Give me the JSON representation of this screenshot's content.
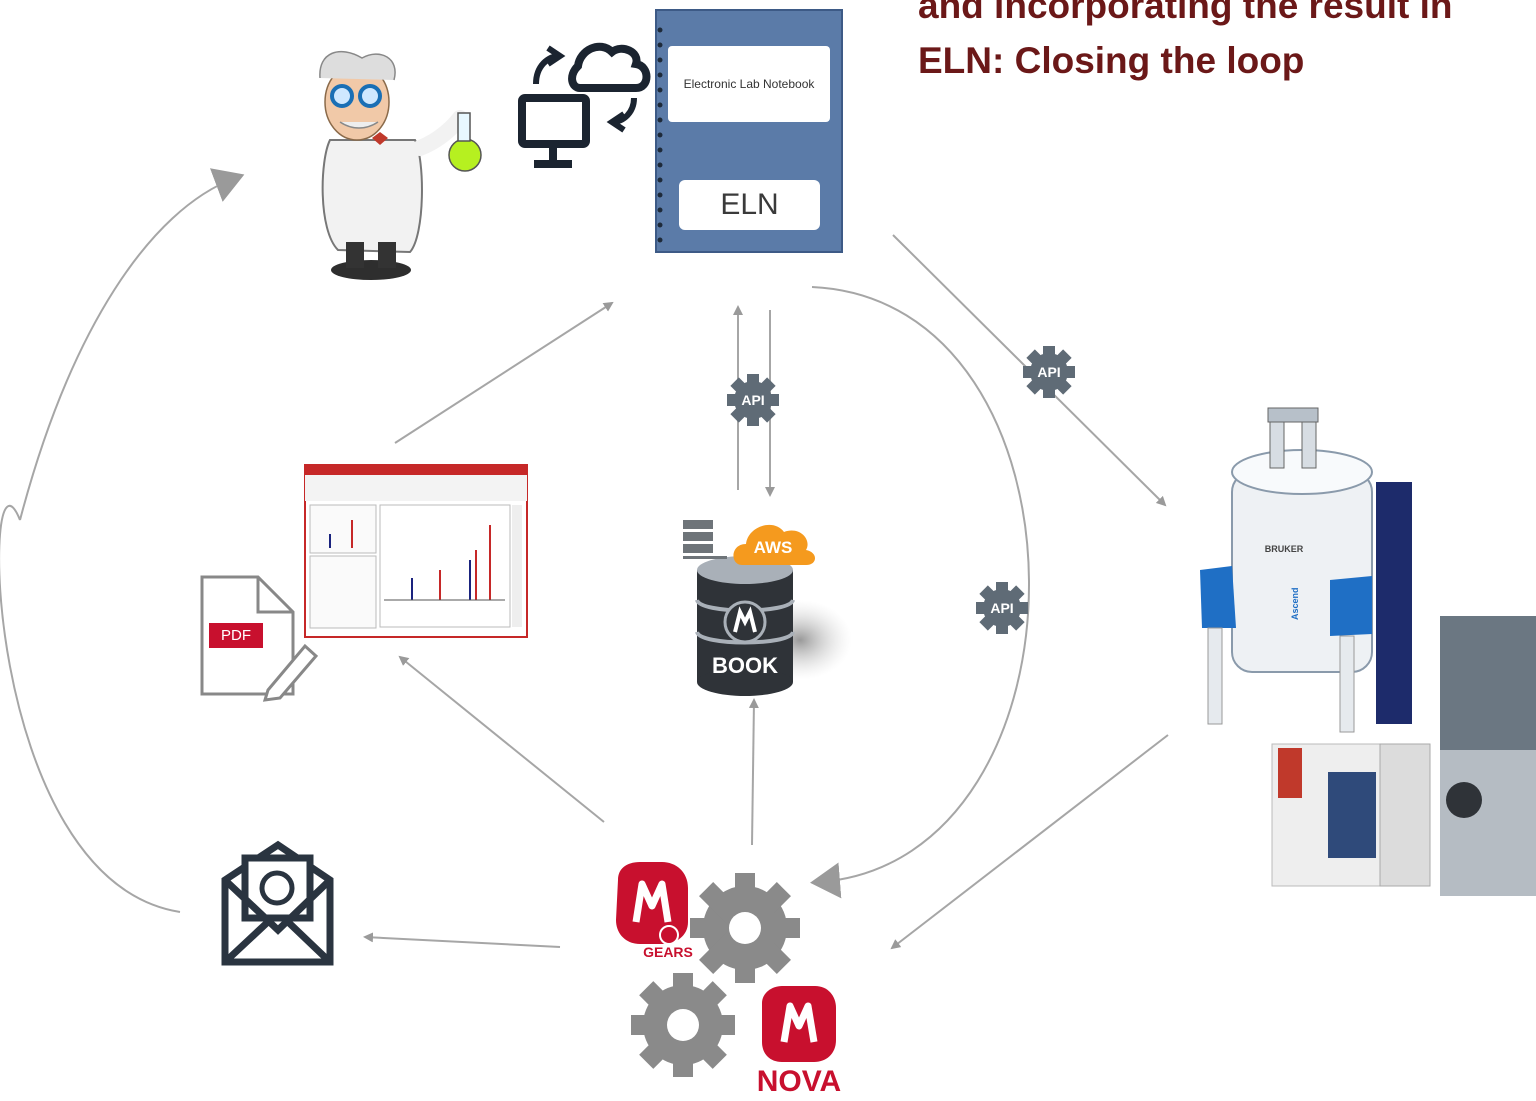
{
  "title": {
    "line1": "and incorporating the result in",
    "line2": "ELN: Closing the loop"
  },
  "eln": {
    "header": "Electronic Lab Notebook",
    "label": "ELN"
  },
  "api_label": "API",
  "pdf_label": "PDF",
  "aws_label": "AWS",
  "book_label": "BOOK",
  "gears_label": "GEARS",
  "nova_label": "NOVA",
  "bruker_label": "BRUKER",
  "colors": {
    "title": "#6b1818",
    "arrow": "#a6a6a6",
    "icon_dark": "#2a3440",
    "mestrelab_red": "#c8102e",
    "aws_orange": "#f59a1e",
    "gear_gray": "#8a8a8a",
    "api_badge": "#5f6b76",
    "eln_cover": "#5b7ba8"
  }
}
